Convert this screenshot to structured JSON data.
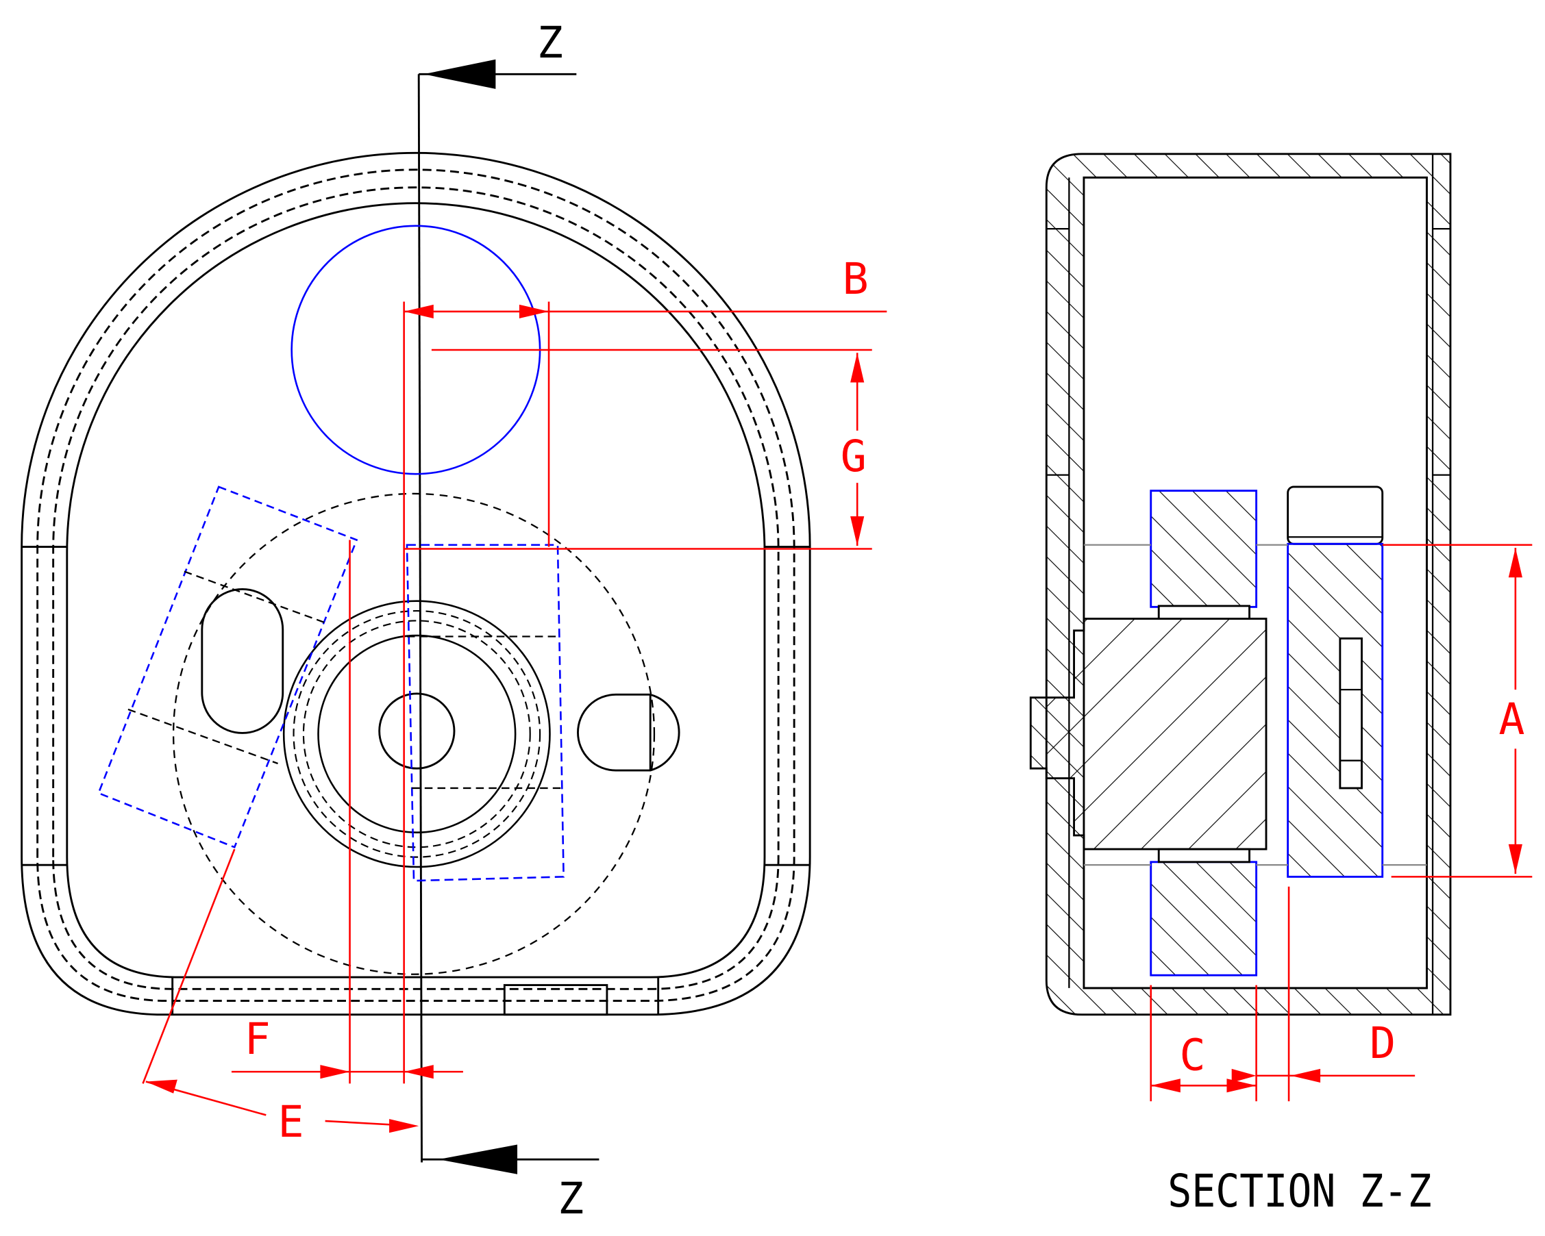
{
  "colors": {
    "line": "#000000",
    "dimension": "#ff0000",
    "hidden_part": "#0000ff",
    "section_fill": "#ffffff"
  },
  "section_marker": {
    "top_label": "Z",
    "bottom_label": "Z"
  },
  "dimensions": {
    "A": "A",
    "B": "B",
    "C": "C",
    "D": "D",
    "E": "E",
    "F": "F",
    "G": "G"
  },
  "section_title": "SECTION Z-Z"
}
